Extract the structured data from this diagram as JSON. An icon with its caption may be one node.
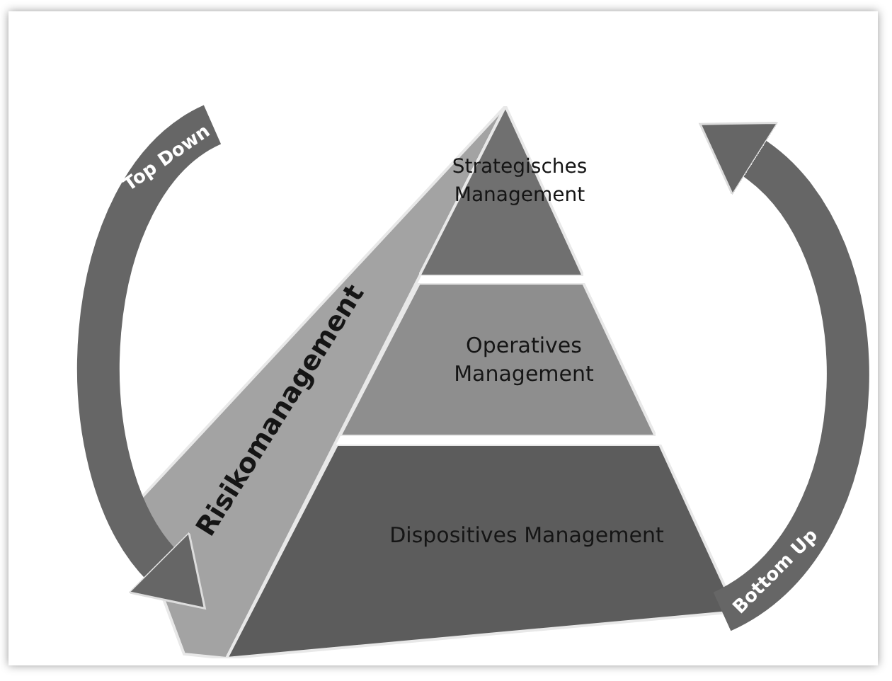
{
  "diagram": {
    "nodes": [
      {
        "text": [
          "Strategisches Management"
        ]
      },
      {
        "text": [
          "Operatives Management"
        ]
      },
      {
        "text": [
          "Risikomanagement"
        ]
      },
      {
        "text": [
          "Dispositives Management"
        ]
      }
    ],
    "labels": [
      "Top Down",
      "Bottom Up"
    ]
  }
}
